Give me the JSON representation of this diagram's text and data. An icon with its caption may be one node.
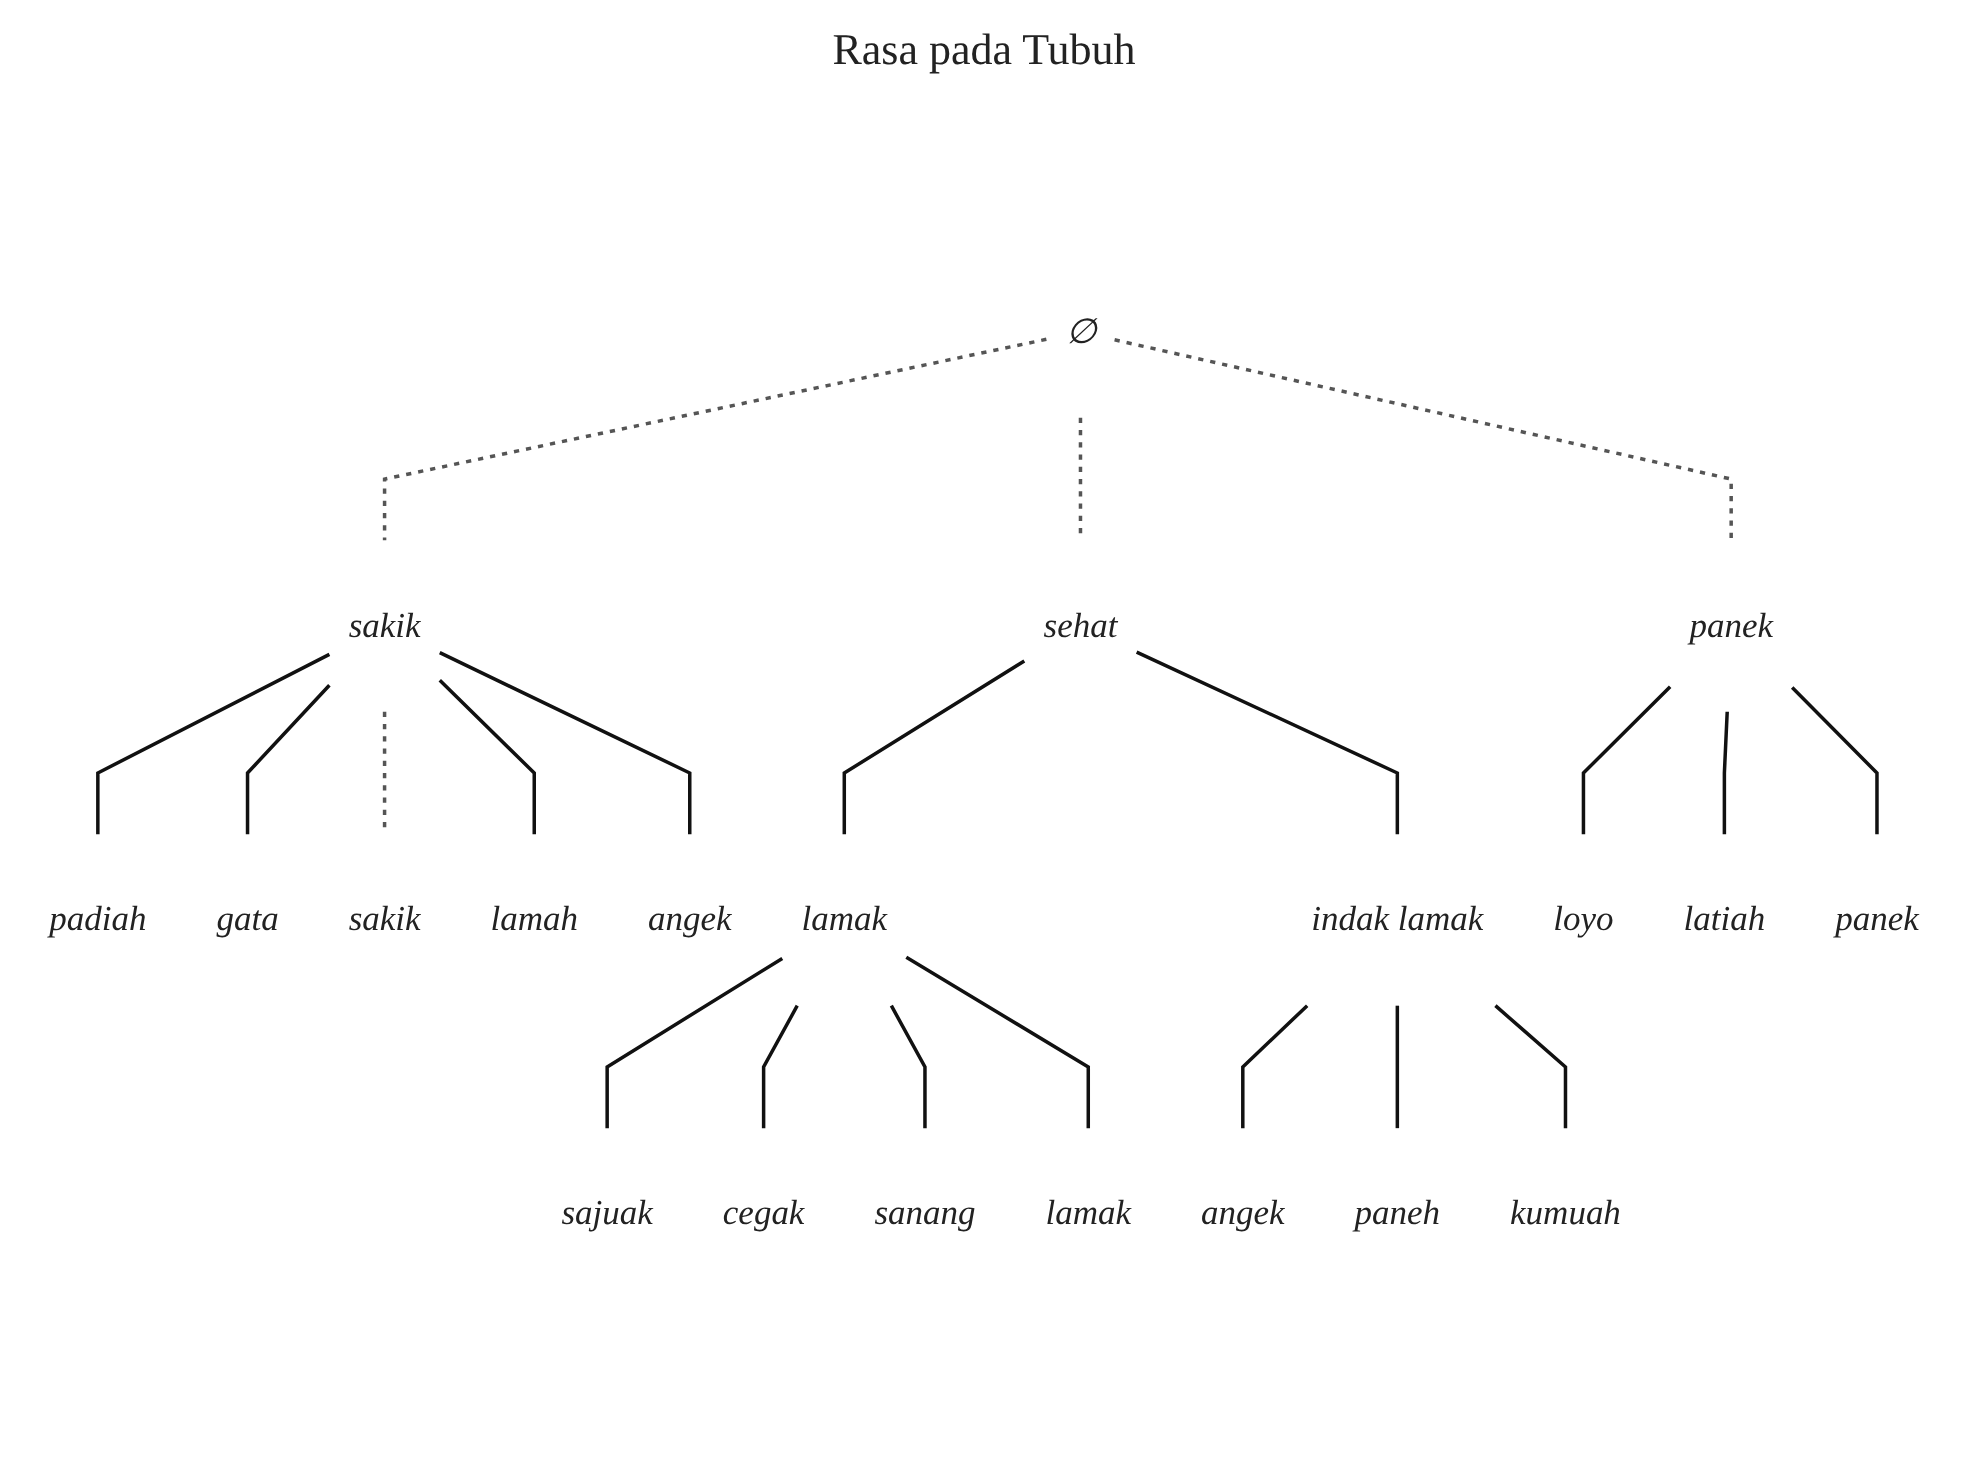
{
  "diagram": {
    "title": "Rasa pada Tubuh",
    "nodes": [
      {
        "text": [
          "∅"
        ]
      },
      {
        "text": [
          "sehat"
        ]
      },
      {
        "text": [
          "sakik"
        ]
      },
      {
        "text": [
          "panek"
        ]
      },
      {
        "text": [
          "padiah"
        ]
      },
      {
        "text": [
          "gata"
        ]
      },
      {
        "text": [
          "sakik"
        ]
      },
      {
        "text": [
          "lamah"
        ]
      },
      {
        "text": [
          "angek"
        ]
      },
      {
        "text": [
          "lamak"
        ]
      },
      {
        "text": [
          "indak lamak"
        ]
      },
      {
        "text": [
          "loyo"
        ]
      },
      {
        "text": [
          "latiah"
        ]
      },
      {
        "text": [
          "panek"
        ]
      },
      {
        "text": [
          "sajuak"
        ]
      },
      {
        "text": [
          "cegak"
        ]
      },
      {
        "text": [
          "sanang"
        ]
      },
      {
        "text": [
          "lamak"
        ]
      },
      {
        "text": [
          "angek"
        ]
      },
      {
        "text": [
          "paneh"
        ]
      },
      {
        "text": [
          "kumuah"
        ]
      }
    ],
    "edges": [
      {
        "from": 0,
        "to": 1,
        "arrow": "none",
        "style": "dashed"
      },
      {
        "from": 0,
        "to": 2,
        "arrow": "none",
        "style": "dashed"
      },
      {
        "from": 0,
        "to": 3,
        "arrow": "none",
        "style": "dashed"
      },
      {
        "from": 2,
        "to": 4,
        "arrow": "none"
      },
      {
        "from": 2,
        "to": 5,
        "arrow": "none"
      },
      {
        "from": 2,
        "to": 6,
        "arrow": "none",
        "style": "dashed"
      },
      {
        "from": 2,
        "to": 7,
        "arrow": "none"
      },
      {
        "from": 2,
        "to": 8,
        "arrow": "none"
      },
      {
        "from": 1,
        "to": 9,
        "arrow": "none"
      },
      {
        "from": 1,
        "to": 10,
        "arrow": "none"
      },
      {
        "from": 3,
        "to": 11,
        "arrow": "none"
      },
      {
        "from": 3,
        "to": 12,
        "arrow": "none"
      },
      {
        "from": 3,
        "to": 13,
        "arrow": "none"
      },
      {
        "from": 9,
        "to": 14,
        "arrow": "none"
      },
      {
        "from": 9,
        "to": 15,
        "arrow": "none"
      },
      {
        "from": 9,
        "to": 16,
        "arrow": "none"
      },
      {
        "from": 9,
        "to": 17,
        "arrow": "none"
      },
      {
        "from": 10,
        "to": 18,
        "arrow": "none"
      },
      {
        "from": 10,
        "to": 19,
        "arrow": "none"
      },
      {
        "from": 10,
        "to": 20,
        "arrow": "none"
      }
    ]
  }
}
